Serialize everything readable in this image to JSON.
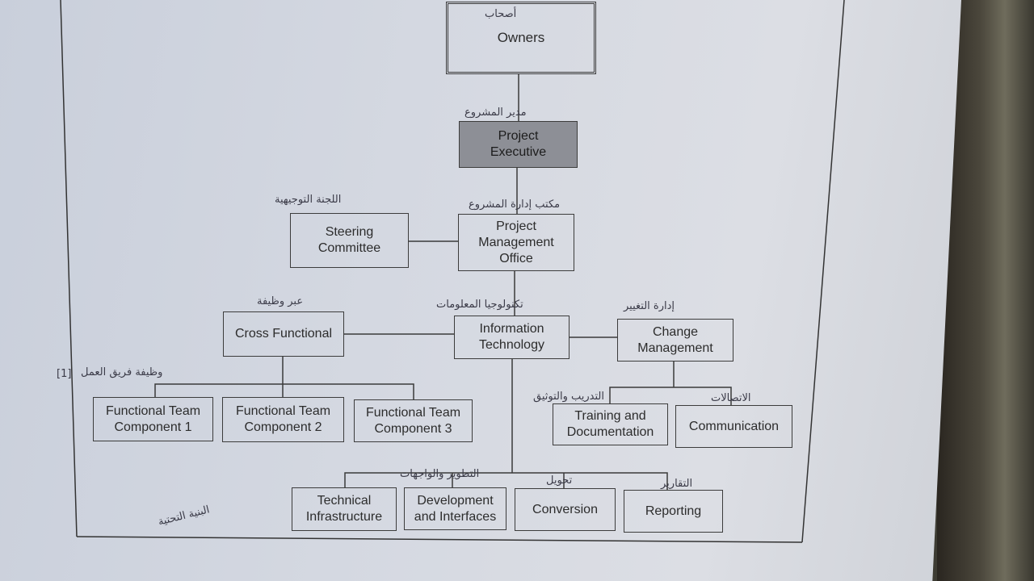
{
  "nodes": {
    "owners": "Owners",
    "project_executive": "Project\nExecutive",
    "steering_committee": "Steering\nCommittee",
    "pmo": "Project\nManagement\nOffice",
    "cross_functional": "Cross Functional",
    "information_technology": "Information\nTechnology",
    "change_management": "Change\nManagement",
    "ftc1": "Functional Team\nComponent 1",
    "ftc2": "Functional Team\nComponent 2",
    "ftc3": "Functional Team\nComponent 3",
    "training_documentation": "Training and\nDocumentation",
    "communication": "Communication",
    "technical_infrastructure": "Technical\nInfrastructure",
    "development_interfaces": "Development\nand Interfaces",
    "conversion": "Conversion",
    "reporting": "Reporting"
  },
  "annotations": {
    "owners": "أصحاب",
    "project_executive": "مدير المشروع",
    "steering_committee": "اللجنة التوجيهية",
    "pmo": "مكتب إدارة المشروع",
    "cross_functional": "عبر وظيفة",
    "information_technology": "تكنولوجيا المعلومات",
    "change_management": "إدارة التغيير",
    "functional_team": "وظيفة فريق العمل",
    "functional_team_marker": "[1]",
    "training": "التدريب والتوثيق",
    "communication": "الاتصالات",
    "development": "التطوير والواجهات",
    "conversion": "تحويل",
    "reporting": "التقارير",
    "infrastructure": "البنية التحتية"
  }
}
